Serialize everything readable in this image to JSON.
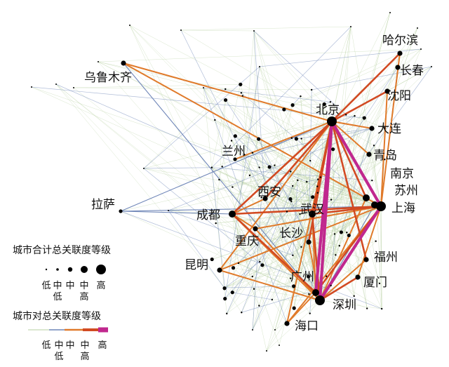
{
  "colors": {
    "low": "#b7cfa0",
    "mid_low": "#6f86b8",
    "mid_high": "#e07a2a",
    "mid": "#d24a22",
    "high": "#c0288e",
    "node": "#000000"
  },
  "cities": [
    {
      "id": "harbin",
      "name": "哈尔滨",
      "node_level": 3
    },
    {
      "id": "changchun",
      "name": "长春",
      "node_level": 3
    },
    {
      "id": "urumqi",
      "name": "乌鲁木齐",
      "node_level": 3
    },
    {
      "id": "shenyang",
      "name": "沈阳",
      "node_level": 3
    },
    {
      "id": "beijing",
      "name": "北京",
      "node_level": 5
    },
    {
      "id": "dalian",
      "name": "大连",
      "node_level": 3
    },
    {
      "id": "lanzhou",
      "name": "兰州",
      "node_level": 2
    },
    {
      "id": "qingdao",
      "name": "青岛",
      "node_level": 3
    },
    {
      "id": "nanjing",
      "name": "南京",
      "node_level": 4
    },
    {
      "id": "suzhou",
      "name": "苏州",
      "node_level": 4
    },
    {
      "id": "xian",
      "name": "西安",
      "node_level": 3
    },
    {
      "id": "lhasa",
      "name": "拉萨",
      "node_level": 2
    },
    {
      "id": "wuhan",
      "name": "武汉",
      "node_level": 4
    },
    {
      "id": "shanghai",
      "name": "上海",
      "node_level": 5
    },
    {
      "id": "chengdu",
      "name": "成都",
      "node_level": 4
    },
    {
      "id": "changsha",
      "name": "长沙",
      "node_level": 3
    },
    {
      "id": "chongqing",
      "name": "重庆",
      "node_level": 3
    },
    {
      "id": "fuzhou",
      "name": "福州",
      "node_level": 3
    },
    {
      "id": "kunming",
      "name": "昆明",
      "node_level": 3
    },
    {
      "id": "guangzhou",
      "name": "广州",
      "node_level": 4
    },
    {
      "id": "xiamen",
      "name": "厦门",
      "node_level": 3
    },
    {
      "id": "shenzhen",
      "name": "深圳",
      "node_level": 5
    },
    {
      "id": "haikou",
      "name": "海口",
      "node_level": 3
    }
  ],
  "links": [
    {
      "from": "beijing",
      "to": "shanghai",
      "level": "high"
    },
    {
      "from": "beijing",
      "to": "shenzhen",
      "level": "high"
    },
    {
      "from": "beijing",
      "to": "guangzhou",
      "level": "high"
    },
    {
      "from": "shanghai",
      "to": "shenzhen",
      "level": "high"
    },
    {
      "from": "shanghai",
      "to": "guangzhou",
      "level": "mid"
    },
    {
      "from": "beijing",
      "to": "chengdu",
      "level": "mid"
    },
    {
      "from": "beijing",
      "to": "wuhan",
      "level": "mid"
    },
    {
      "from": "beijing",
      "to": "harbin",
      "level": "mid"
    },
    {
      "from": "beijing",
      "to": "shenyang",
      "level": "mid"
    },
    {
      "from": "beijing",
      "to": "nanjing",
      "level": "mid"
    },
    {
      "from": "beijing",
      "to": "changsha",
      "level": "mid"
    },
    {
      "from": "beijing",
      "to": "xian",
      "level": "mid"
    },
    {
      "from": "beijing",
      "to": "fuzhou",
      "level": "mid"
    },
    {
      "from": "chengdu",
      "to": "shanghai",
      "level": "mid"
    },
    {
      "from": "chengdu",
      "to": "shenzhen",
      "level": "mid_high"
    },
    {
      "from": "chengdu",
      "to": "guangzhou",
      "level": "mid"
    },
    {
      "from": "chengdu",
      "to": "chongqing",
      "level": "mid_high"
    },
    {
      "from": "chengdu",
      "to": "xian",
      "level": "mid_high"
    },
    {
      "from": "shanghai",
      "to": "wuhan",
      "level": "mid"
    },
    {
      "from": "shanghai",
      "to": "xiamen",
      "level": "mid_high"
    },
    {
      "from": "shanghai",
      "to": "haikou",
      "level": "mid_high"
    },
    {
      "from": "shenzhen",
      "to": "wuhan",
      "level": "mid"
    },
    {
      "from": "shenzhen",
      "to": "changsha",
      "level": "mid_high"
    },
    {
      "from": "shenzhen",
      "to": "xiamen",
      "level": "mid"
    },
    {
      "from": "beijing",
      "to": "urumqi",
      "level": "mid_high"
    },
    {
      "from": "urumqi",
      "to": "shanghai",
      "level": "mid_high"
    },
    {
      "from": "beijing",
      "to": "lanzhou",
      "level": "mid_high"
    },
    {
      "from": "beijing",
      "to": "dalian",
      "level": "mid_high"
    },
    {
      "from": "beijing",
      "to": "qingdao",
      "level": "mid_high"
    },
    {
      "from": "beijing",
      "to": "kunming",
      "level": "mid_high"
    },
    {
      "from": "beijing",
      "to": "haikou",
      "level": "mid_high"
    },
    {
      "from": "kunming",
      "to": "shanghai",
      "level": "mid_high"
    },
    {
      "from": "kunming",
      "to": "shenzhen",
      "level": "mid_high"
    },
    {
      "from": "chongqing",
      "to": "shenzhen",
      "level": "mid_high"
    },
    {
      "from": "chongqing",
      "to": "shanghai",
      "level": "mid_high"
    },
    {
      "from": "lhasa",
      "to": "beijing",
      "level": "mid_low"
    },
    {
      "from": "lhasa",
      "to": "shanghai",
      "level": "mid_low"
    },
    {
      "from": "lhasa",
      "to": "chengdu",
      "level": "mid_low"
    },
    {
      "from": "urumqi",
      "to": "shenzhen",
      "level": "mid_low"
    },
    {
      "from": "harbin",
      "to": "shanghai",
      "level": "mid_high"
    },
    {
      "from": "shenyang",
      "to": "shanghai",
      "level": "mid_high"
    },
    {
      "from": "changchun",
      "to": "shanghai",
      "level": "mid_low"
    },
    {
      "from": "guangzhou",
      "to": "wuhan",
      "level": "mid_high"
    },
    {
      "from": "guangzhou",
      "to": "haikou",
      "level": "mid_high"
    },
    {
      "from": "nanjing",
      "to": "shenzhen",
      "level": "mid_high"
    },
    {
      "from": "suzhou",
      "to": "shenzhen",
      "level": "mid_low"
    },
    {
      "from": "fuzhou",
      "to": "shenzhen",
      "level": "mid_high"
    }
  ],
  "legend": {
    "node_title": "城市合计总关联度等级",
    "node_ticks": [
      "低",
      "中\n低",
      "中",
      "中\n高",
      "高"
    ],
    "edge_title": "城市对总关联度等级",
    "edge_ticks": [
      "低",
      "中\n低",
      "中",
      "中\n高",
      "高"
    ]
  }
}
